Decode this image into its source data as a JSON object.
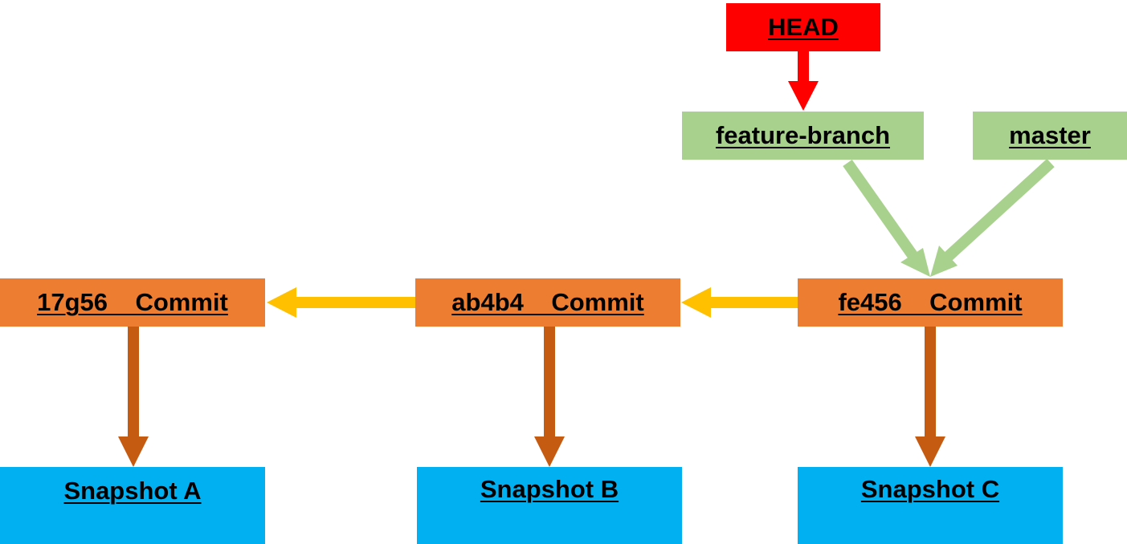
{
  "head": {
    "label": "HEAD"
  },
  "branches": [
    {
      "label": "feature-branch"
    },
    {
      "label": "master"
    }
  ],
  "commits": [
    {
      "label": "17g56    Commit"
    },
    {
      "label": "ab4b4    Commit"
    },
    {
      "label": "fe456    Commit"
    }
  ],
  "snapshots": [
    {
      "label": "Snapshot A"
    },
    {
      "label": "Snapshot B"
    },
    {
      "label": "Snapshot C"
    }
  ],
  "colors": {
    "head": "#ff0000",
    "branch": "#a9d18e",
    "commit": "#ed7d31",
    "snapshot": "#00b0f0",
    "parent_arrow": "#ffc000",
    "snapshot_arrow": "#c55a11",
    "branch_arrow": "#a9d18e",
    "head_arrow": "#ff0000"
  }
}
